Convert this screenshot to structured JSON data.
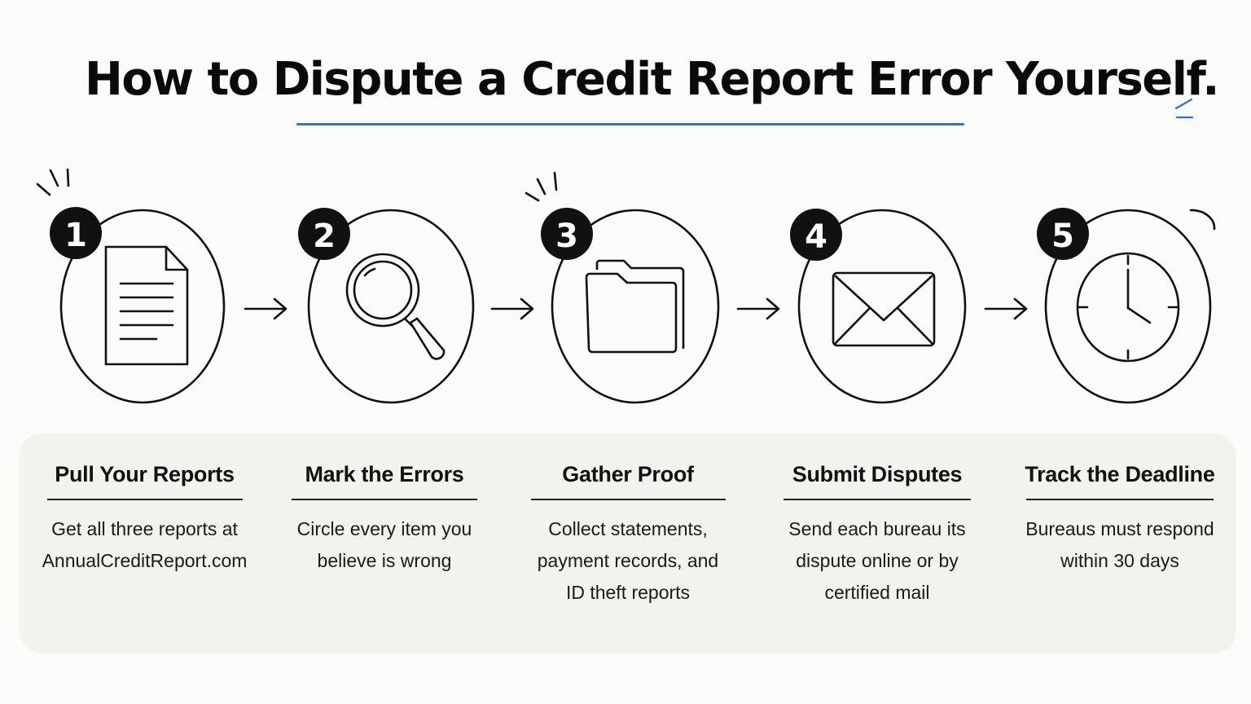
{
  "title": "How to Dispute a Credit Report Error Yourself.",
  "steps": [
    {
      "number": "1",
      "icon": "document-icon",
      "heading": "Pull Your Reports",
      "lines": [
        "Get all three reports at",
        "AnnualCreditReport.com"
      ]
    },
    {
      "number": "2",
      "icon": "magnifier-icon",
      "heading": "Mark the Errors",
      "lines": [
        "Circle every item you",
        "believe is wrong"
      ]
    },
    {
      "number": "3",
      "icon": "folder-icon",
      "heading": "Gather Proof",
      "lines": [
        "Collect statements,",
        "payment records, and",
        "ID theft reports"
      ]
    },
    {
      "number": "4",
      "icon": "envelope-icon",
      "heading": "Submit Disputes",
      "lines": [
        "Send each bureau its",
        "dispute online or by",
        "certified mail"
      ]
    },
    {
      "number": "5",
      "icon": "clock-icon",
      "heading": "Track the Deadline",
      "lines": [
        "Bureaus must respond",
        "within 30 days"
      ]
    }
  ],
  "colors": {
    "accent": "#2f6fd6",
    "ink": "#111111",
    "panel": "#f3f2ee",
    "background": "#fbfbf9"
  }
}
